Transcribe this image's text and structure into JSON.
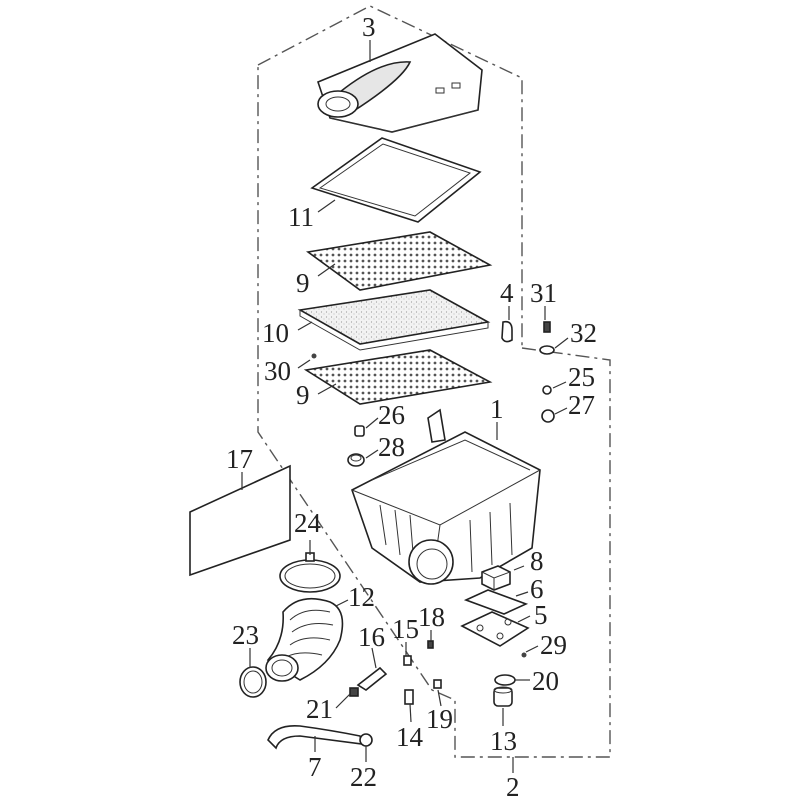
{
  "diagram": {
    "labels": {
      "p1": "1",
      "p2": "2",
      "p3": "3",
      "p4": "4",
      "p5": "5",
      "p6": "6",
      "p7": "7",
      "p8": "8",
      "p9a": "9",
      "p9b": "9",
      "p10": "10",
      "p11": "11",
      "p12": "12",
      "p13": "13",
      "p14": "14",
      "p15": "15",
      "p16": "16",
      "p17": "17",
      "p18": "18",
      "p19": "19",
      "p20": "20",
      "p21": "21",
      "p22": "22",
      "p23": "23",
      "p24": "24",
      "p25": "25",
      "p26": "26",
      "p27": "27",
      "p28": "28",
      "p29": "29",
      "p30": "30",
      "p31": "31",
      "p32": "32"
    }
  }
}
